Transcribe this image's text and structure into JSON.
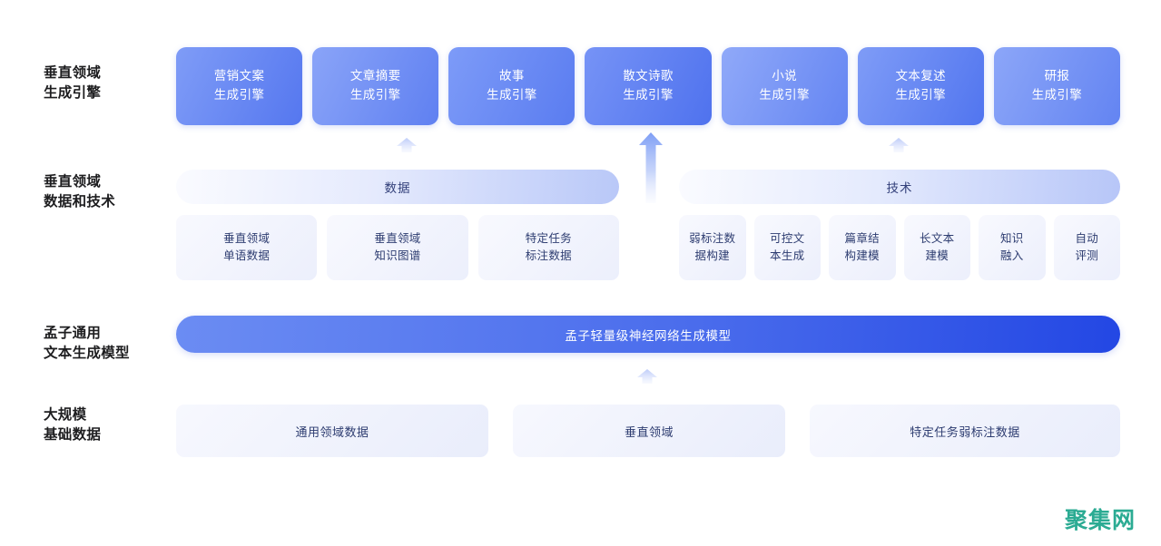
{
  "rows": [
    {
      "label": "垂直领域\n生成引擎"
    },
    {
      "label": "垂直领域\n数据和技术"
    },
    {
      "label": "孟子通用\n文本生成模型"
    },
    {
      "label": "大规模\n基础数据"
    }
  ],
  "engines": [
    {
      "label": "营销文案\n生成引擎"
    },
    {
      "label": "文章摘要\n生成引擎"
    },
    {
      "label": "故事\n生成引擎"
    },
    {
      "label": "散文诗歌\n生成引擎"
    },
    {
      "label": "小说\n生成引擎"
    },
    {
      "label": "文本复述\n生成引擎"
    },
    {
      "label": "研报\n生成引擎"
    }
  ],
  "groups": {
    "data": {
      "title": "数据",
      "items": [
        {
          "label": "垂直领域\n单语数据"
        },
        {
          "label": "垂直领域\n知识图谱"
        },
        {
          "label": "特定任务\n标注数据"
        }
      ]
    },
    "tech": {
      "title": "技术",
      "items": [
        {
          "label": "弱标注数\n据构建"
        },
        {
          "label": "可控文\n本生成"
        },
        {
          "label": "篇章结\n构建模"
        },
        {
          "label": "长文本\n建模"
        },
        {
          "label": "知识\n融入"
        },
        {
          "label": "自动\n评测"
        }
      ]
    }
  },
  "model_bar": {
    "label": "孟子轻量级神经网络生成模型"
  },
  "base_data": [
    {
      "label": "通用领域数据"
    },
    {
      "label": "垂直领域"
    },
    {
      "label": "特定任务弱标注数据"
    }
  ],
  "watermark": {
    "text": "聚集网"
  },
  "colors": {
    "engine_blue_light": "#7f9cf7",
    "engine_blue_dark": "#5577ef",
    "model_blue_start": "#6b8cf3",
    "model_blue_end": "#2347e4",
    "group_bar_end": "#b9c8f8",
    "sub_card_bg": "#eceffc",
    "navy_text": "#2d3c70",
    "watermark_teal": "#2bab93"
  }
}
